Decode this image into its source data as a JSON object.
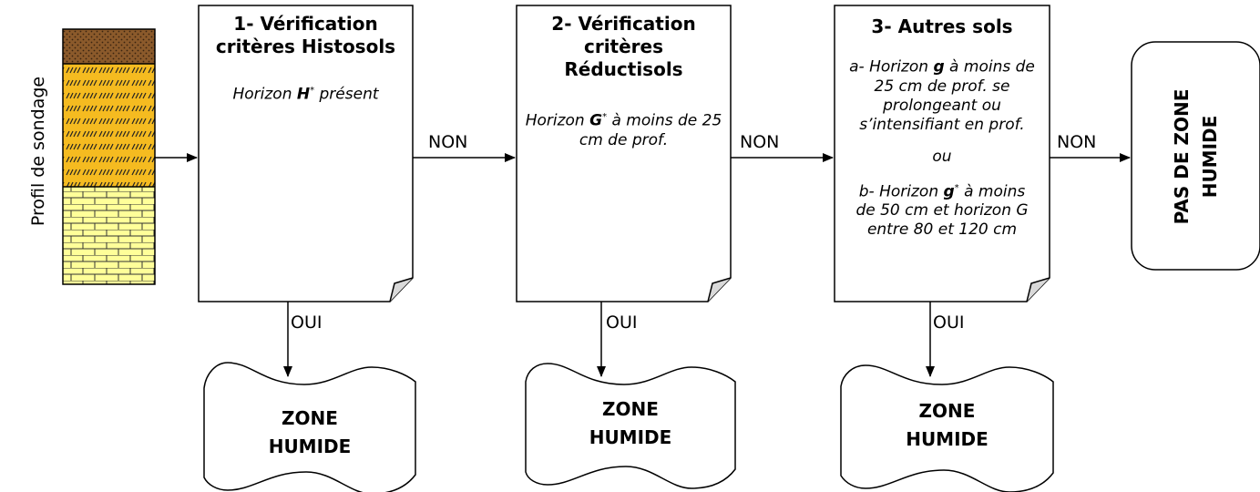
{
  "profil_label": "Profil de sondage",
  "steps": [
    {
      "title": [
        "1- Vérification",
        "critères Histosols"
      ],
      "criteria": [
        {
          "pre": "Horizon ",
          "bold": "H",
          "sup": "*",
          "post": " présent"
        }
      ]
    },
    {
      "title": [
        "2- Vérification",
        "critères",
        "Réductisols"
      ],
      "criteria": [
        {
          "pre": "Horizon ",
          "bold": "G",
          "sup": "*",
          "post": " à moins de 25 cm de prof."
        }
      ]
    },
    {
      "title": [
        "3- Autres sols"
      ],
      "criteria": [
        {
          "pre": "a- Horizon ",
          "bold": "g",
          "sup": "",
          "post": " à moins de 25 cm de prof. se prolongeant ou s’intensifiant en prof."
        },
        {
          "pre": "ou",
          "bold": "",
          "sup": "",
          "post": ""
        },
        {
          "pre": "b- Horizon ",
          "bold": "g",
          "sup": "*",
          "post": " à moins de 50 cm et horizon G entre 80 et 120 cm"
        }
      ]
    }
  ],
  "no_label": "NON",
  "yes_label": "OUI",
  "result_yes": [
    "ZONE",
    "HUMIDE"
  ],
  "result_no": [
    "PAS DE ZONE",
    "HUMIDE"
  ],
  "colors": {
    "topsoil": "#8b5a2b",
    "middle_layer": "#f5bb20",
    "brick_layer": "#ffff99",
    "box_fill": "#ffffff",
    "line": "#000000"
  }
}
